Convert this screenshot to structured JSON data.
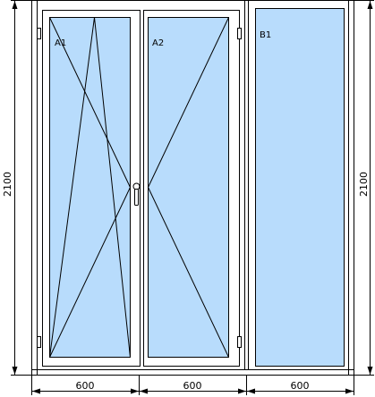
{
  "colors": {
    "glass": "#B8DCFC",
    "frame": "#FFFFFF",
    "line": "#000000"
  },
  "panels": [
    {
      "label": "A1",
      "opening": "tilt-and-turn"
    },
    {
      "label": "A2",
      "opening": "turn"
    },
    {
      "label": "B1",
      "opening": "fixed"
    }
  ],
  "dimensions": {
    "height_left": "2100",
    "height_right": "2100",
    "widths": [
      "600",
      "600",
      "600"
    ]
  },
  "icons": {
    "handle": "window-handle-icon",
    "hinge": "hinge-icon"
  }
}
